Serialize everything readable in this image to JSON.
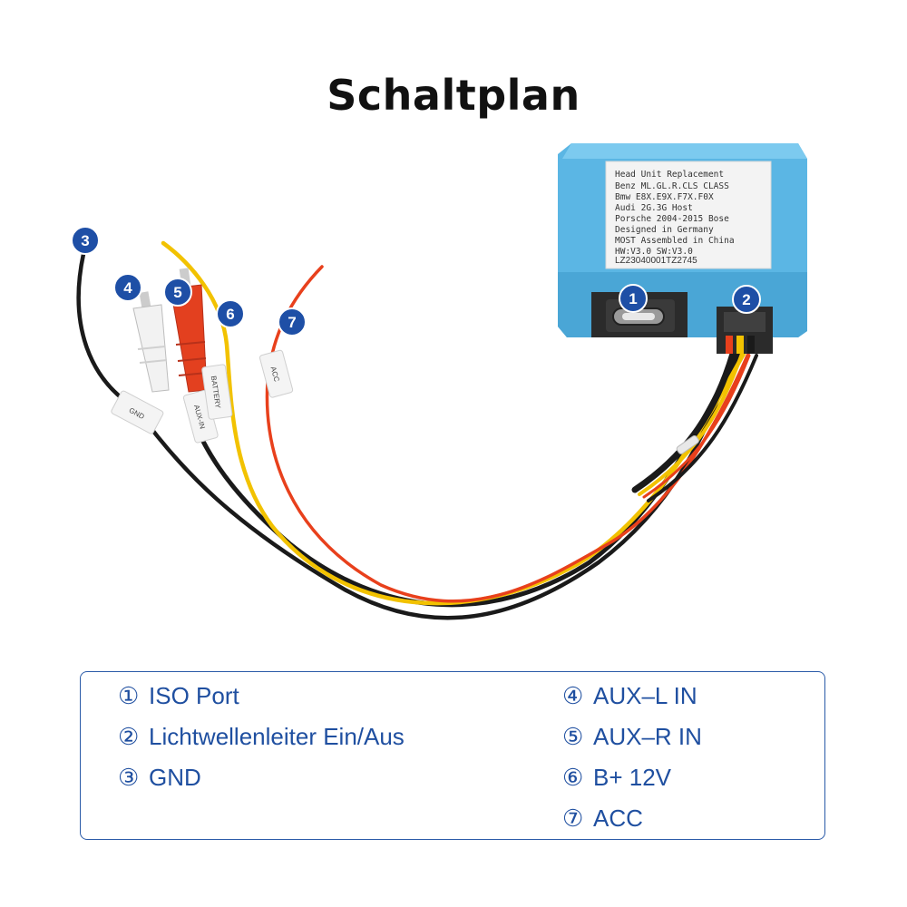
{
  "title": "Schaltplan",
  "module_label": {
    "lines": [
      "Head Unit Replacement",
      "Benz    ML.GL.R.CLS CLASS",
      "Bmw     E8X.E9X.F7X.F0X",
      "Audi    2G.3G Host",
      "Porsche 2004-2015 Bose",
      "           Designed in Germany",
      "MOST    Assembled in China",
      "HW:V3.0           SW:V3.0"
    ],
    "serial": "LZ23040001TZ2745"
  },
  "cable_tags": {
    "gnd": "GND",
    "aux": "AUX-IN",
    "battery": "BATTERY",
    "acc": "ACC"
  },
  "badges": [
    "1",
    "2",
    "3",
    "4",
    "5",
    "6",
    "7"
  ],
  "legend": {
    "left": [
      {
        "num": "①",
        "text": "ISO Port"
      },
      {
        "num": "②",
        "text": "Lichtwellenleiter Ein/Aus"
      },
      {
        "num": "③",
        "text": "GND"
      }
    ],
    "right": [
      {
        "num": "④",
        "text": "AUX–L IN"
      },
      {
        "num": "⑤",
        "text": "AUX–R IN"
      },
      {
        "num": "⑥",
        "text": "B+ 12V"
      },
      {
        "num": "⑦",
        "text": "ACC"
      }
    ]
  },
  "colors": {
    "badge": "#1e4fa6",
    "module": "#5bb6e4",
    "wire_black": "#1a1a1a",
    "wire_yellow": "#f2c200",
    "wire_red": "#e8401c",
    "rca_white": "#f2f2f2",
    "rca_red": "#e3401f",
    "legend_text": "#1f4fa0"
  }
}
